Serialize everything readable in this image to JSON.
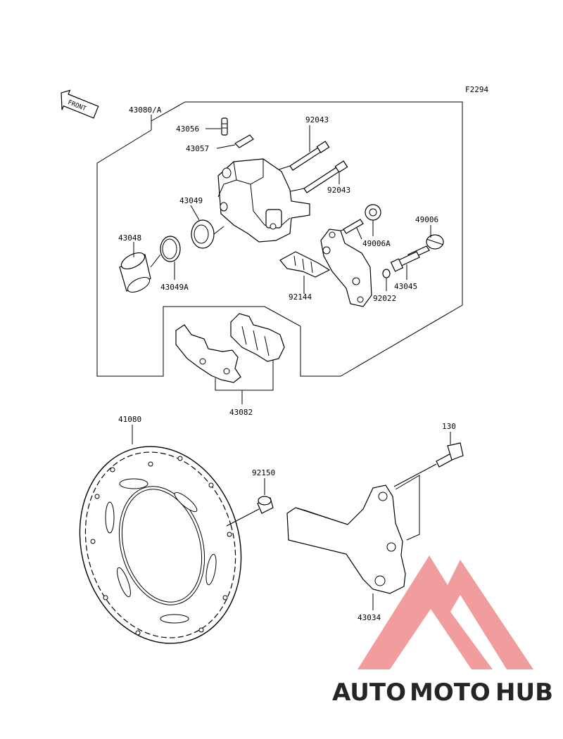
{
  "figure_code": "F2294",
  "front_label": "FRONT",
  "labels": {
    "p43080A": "43080/A",
    "p43056": "43056",
    "p43057": "43057",
    "p92043a": "92043",
    "p92043b": "92043",
    "p43049": "43049",
    "p43048": "43048",
    "p43049A": "43049A",
    "p49006": "49006",
    "p49006A": "49006A",
    "p43045": "43045",
    "p92022": "92022",
    "p92144": "92144",
    "p43082": "43082",
    "p41080": "41080",
    "p92150": "92150",
    "p130": "130",
    "p43034": "43034"
  },
  "watermark": {
    "part1": "AUTO",
    "part2": "MOTO",
    "part3": "HUB",
    "color1": "#f6b26b",
    "color2": "#ef8a8a",
    "color3": "#666666",
    "logo_color": "#f08c8c"
  }
}
